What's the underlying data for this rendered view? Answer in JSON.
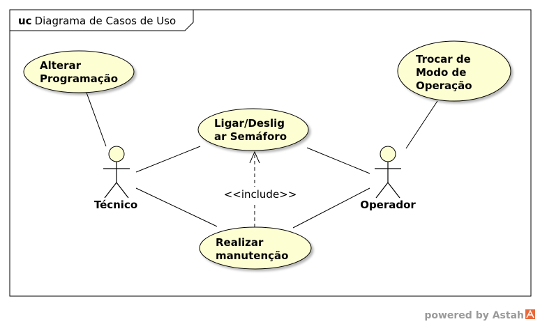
{
  "frame": {
    "keyword": "uc",
    "title": "Diagrama de Casos de Uso"
  },
  "actors": {
    "tecnico": "Técnico",
    "operador": "Operador"
  },
  "use_cases": {
    "alterar": [
      "Alterar",
      "Programação"
    ],
    "trocar": [
      "Trocar de",
      "Modo de",
      "Operação"
    ],
    "ligar": [
      "Ligar/Deslig",
      "ar Semáforo"
    ],
    "realizar": [
      "Realizar",
      "manutenção"
    ]
  },
  "relations": {
    "include_label": "<<include>>"
  },
  "colors": {
    "use_case_fill": "#fefed3",
    "line": "#000000",
    "watermark_icon": "#e8683a"
  },
  "watermark": {
    "text": "powered by Astah",
    "icon": "astah-logo-icon"
  }
}
